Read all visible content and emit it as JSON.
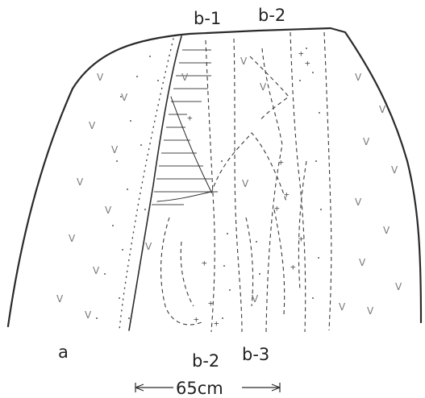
{
  "labels": {
    "b1_top": "b-1",
    "b2_top": "b-2",
    "a": "a",
    "b2_bottom": "b-2",
    "b3_bottom": "b-3",
    "scale": "65cm"
  }
}
